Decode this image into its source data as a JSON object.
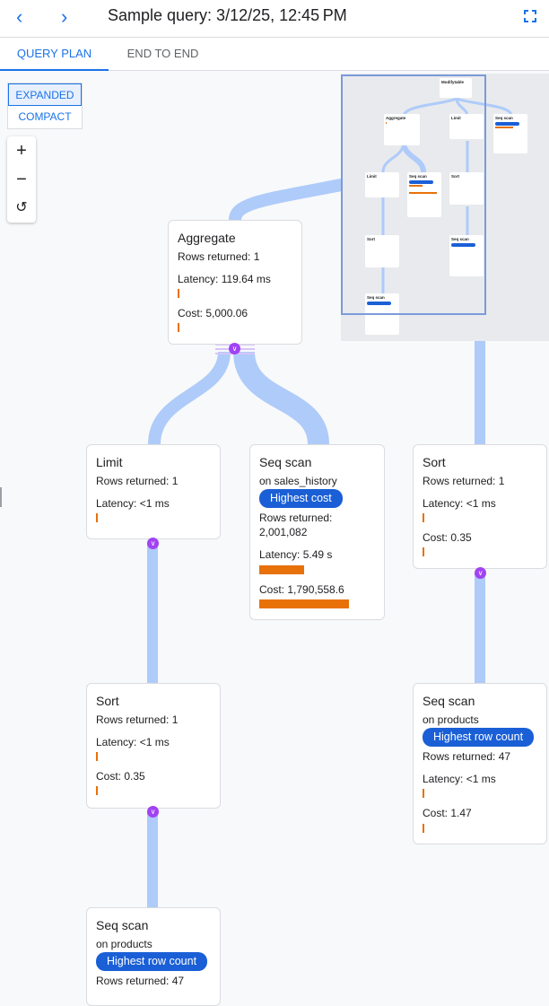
{
  "header": {
    "title": "Sample query: 3/12/25, 12:45 PM",
    "back_icon": "chevron-left",
    "forward_icon": "chevron-right",
    "fullscreen_icon": "fullscreen"
  },
  "tabs": [
    {
      "label": "QUERY PLAN",
      "active": true
    },
    {
      "label": "END TO END",
      "active": false
    }
  ],
  "view_modes": [
    {
      "label": "EXPANDED",
      "selected": true
    },
    {
      "label": "COMPACT",
      "selected": false
    }
  ],
  "zoom_controls": {
    "zoom_in": "+",
    "zoom_out": "−",
    "reset": "↺"
  },
  "colors": {
    "accent": "#1a73e8",
    "edge": "#aecbfa",
    "bar": "#e8710a",
    "badge": "#1a5fd6",
    "chevron": "#a142f4"
  },
  "nodes": {
    "aggregate": {
      "title": "Aggregate",
      "rows": "Rows returned: 1",
      "latency": "Latency: 119.64 ms",
      "cost": "Cost: 5,000.06"
    },
    "limit": {
      "title": "Limit",
      "rows": "Rows returned: 1",
      "latency": "Latency: <1 ms"
    },
    "seq_sales": {
      "title": "Seq scan",
      "on": "on sales_history",
      "badge": "Highest cost",
      "rows_label": "Rows returned:",
      "rows_value": "2,001,082",
      "latency": "Latency: 5.49 s",
      "cost": "Cost: 1,790,558.6"
    },
    "sort_right": {
      "title": "Sort",
      "rows": "Rows returned: 1",
      "latency": "Latency: <1 ms",
      "cost": "Cost: 0.35"
    },
    "sort_left": {
      "title": "Sort",
      "rows": "Rows returned: 1",
      "latency": "Latency: <1 ms",
      "cost": "Cost: 0.35"
    },
    "seq_products_right": {
      "title": "Seq scan",
      "on": "on products",
      "badge": "Highest row count",
      "rows": "Rows returned: 47",
      "latency": "Latency: <1 ms",
      "cost": "Cost: 1.47"
    },
    "seq_products_bottom": {
      "title": "Seq scan",
      "on": "on products",
      "badge": "Highest row count",
      "rows": "Rows returned: 47"
    }
  },
  "minimap": {
    "nodes": [
      "Modifytable",
      "Aggregate",
      "Limit",
      "Seq scan",
      "Limit",
      "Seq scan",
      "Sort",
      "Sort",
      "Seq scan",
      "Seq scan"
    ]
  }
}
